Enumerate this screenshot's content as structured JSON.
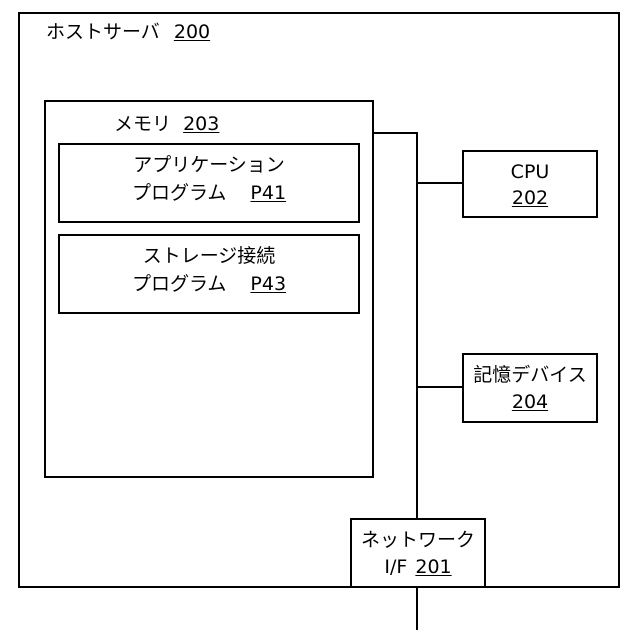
{
  "host_server": {
    "label": "ホストサーバ",
    "ref": "200"
  },
  "memory": {
    "label": "メモリ",
    "ref": "203"
  },
  "app_program": {
    "line1": "アプリケーション",
    "line2": "プログラム",
    "ref": "P41"
  },
  "storage_program": {
    "line1": "ストレージ接続",
    "line2": "プログラム",
    "ref": "P43"
  },
  "cpu": {
    "label": "CPU",
    "ref": "202"
  },
  "storage_device": {
    "label": "記憶デバイス",
    "ref": "204"
  },
  "network_if": {
    "line1": "ネットワーク",
    "prefix": "I/F",
    "ref": "201"
  }
}
